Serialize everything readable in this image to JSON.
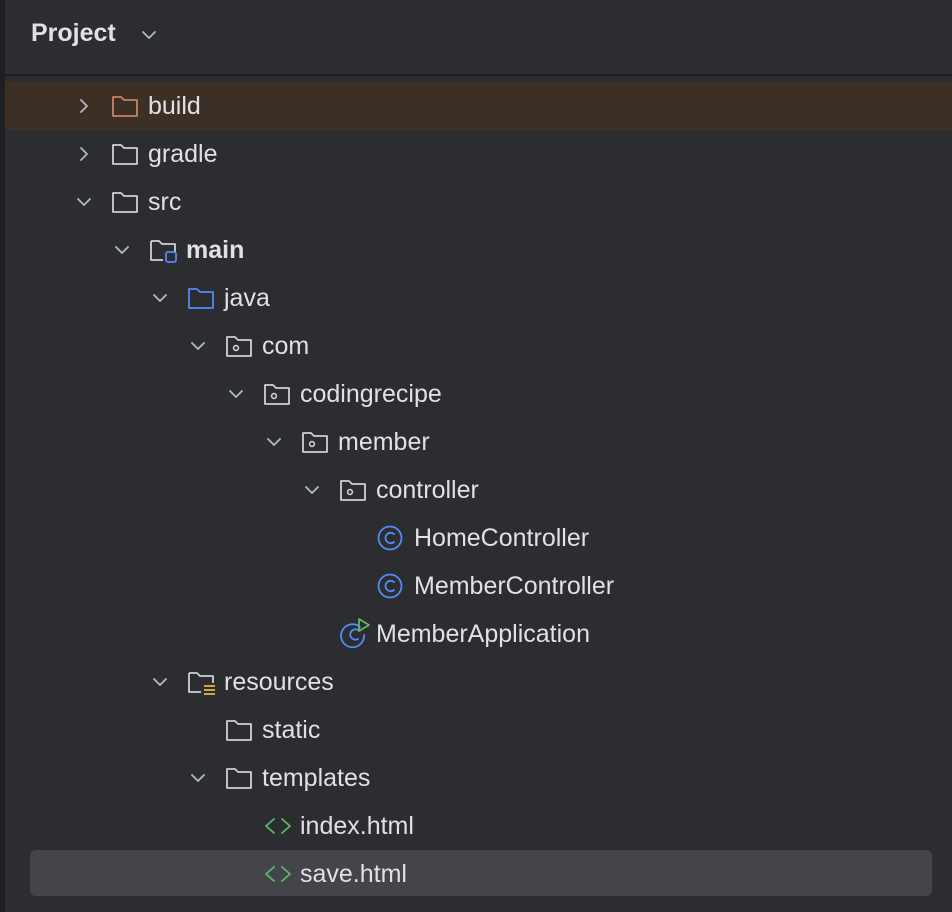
{
  "header": {
    "title": "Project"
  },
  "tree": [
    {
      "label": "build",
      "icon": "folder-excluded-icon",
      "arrow": "collapsed"
    },
    {
      "label": "gradle",
      "icon": "folder-icon",
      "arrow": "collapsed"
    },
    {
      "label": "src",
      "icon": "folder-icon",
      "arrow": "expanded"
    },
    {
      "label": "main",
      "icon": "module-folder-icon",
      "arrow": "expanded"
    },
    {
      "label": "java",
      "icon": "source-folder-icon",
      "arrow": "expanded"
    },
    {
      "label": "com",
      "icon": "package-icon",
      "arrow": "expanded"
    },
    {
      "label": "codingrecipe",
      "icon": "package-icon",
      "arrow": "expanded"
    },
    {
      "label": "member",
      "icon": "package-icon",
      "arrow": "expanded"
    },
    {
      "label": "controller",
      "icon": "package-icon",
      "arrow": "expanded"
    },
    {
      "label": "HomeController",
      "icon": "class-icon",
      "arrow": "none"
    },
    {
      "label": "MemberController",
      "icon": "class-icon",
      "arrow": "none"
    },
    {
      "label": "MemberApplication",
      "icon": "spring-boot-class-icon",
      "arrow": "none"
    },
    {
      "label": "resources",
      "icon": "resources-folder-icon",
      "arrow": "expanded"
    },
    {
      "label": "static",
      "icon": "folder-icon",
      "arrow": "none"
    },
    {
      "label": "templates",
      "icon": "folder-icon",
      "arrow": "expanded"
    },
    {
      "label": "index.html",
      "icon": "html-file-icon",
      "arrow": "none"
    },
    {
      "label": "save.html",
      "icon": "html-file-icon",
      "arrow": "none",
      "selected": true
    }
  ],
  "colors": {
    "background": "#2b2d30",
    "text": "#dfe1e5",
    "excluded_folder": "#c7835f",
    "source_folder": "#548af7",
    "selection": "#43454a",
    "excluded_row": "#3c3026",
    "html_icon": "#5fb865"
  }
}
